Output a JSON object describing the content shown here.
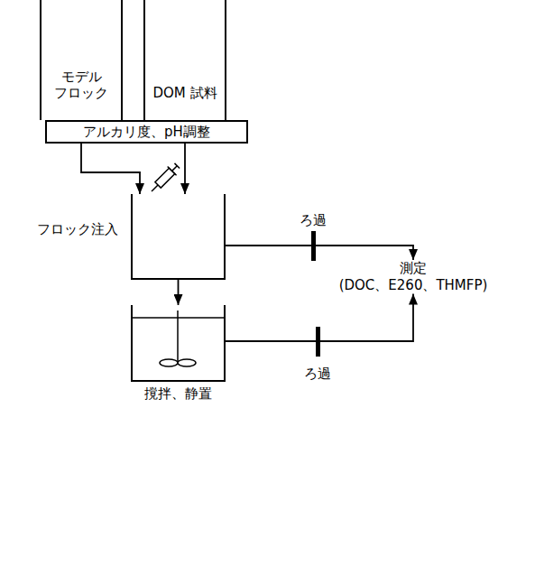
{
  "diagram": {
    "nodes": [
      {
        "text": [
          "モデル フロック"
        ]
      },
      {
        "text": [
          "DOM 試料"
        ]
      },
      {
        "text": [
          "アルカリ度、pH調整"
        ]
      },
      {
        "text": [
          "フロック注入"
        ]
      },
      {
        "text": [
          "撹拌、静置"
        ]
      },
      {
        "text": [
          "測定",
          "(DOC、E260、THMFP)"
        ]
      }
    ],
    "edges": [
      {
        "from": 2,
        "to": 3,
        "arrow": "to"
      },
      {
        "from": 2,
        "to": 3,
        "arrow": "to"
      },
      {
        "from": 3,
        "to": 5,
        "label": "ろ過",
        "arrow": "to"
      },
      {
        "from": 3,
        "to": 4,
        "arrow": "to"
      },
      {
        "from": 4,
        "to": 5,
        "label": "ろ過",
        "arrow": "to"
      }
    ]
  }
}
